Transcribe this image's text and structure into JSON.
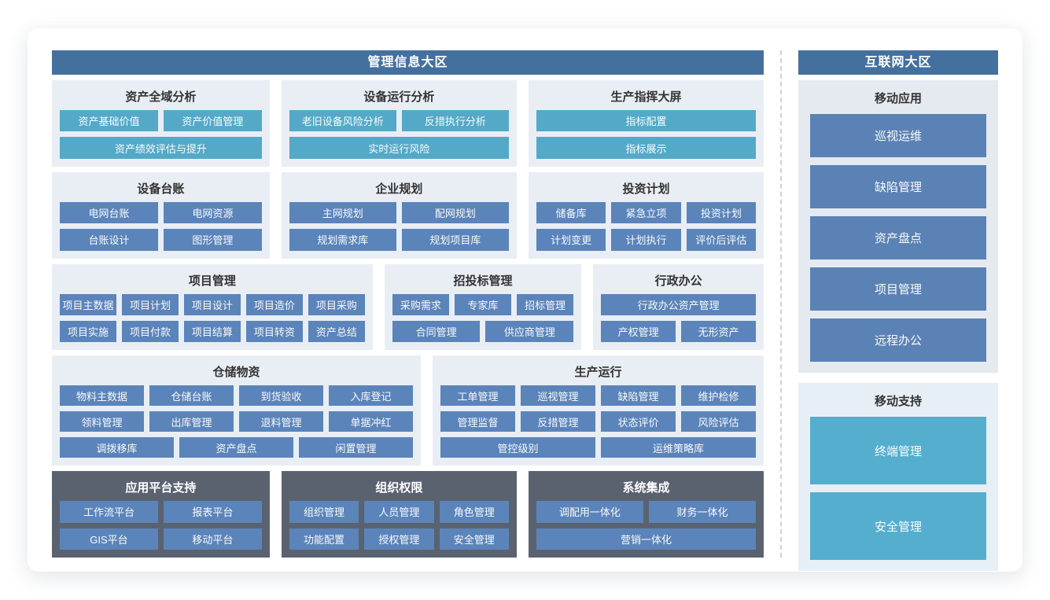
{
  "colors": {
    "zone_header_bg": "#44709e",
    "panel_light_bg": "#e9eef5",
    "panel_dark_bg": "#5a6270",
    "button_teal": "#54a9c8",
    "button_blue": "#5b84ba",
    "divider_dashed": "#c9d2db",
    "title_text": "#333333"
  },
  "management_zone": {
    "title": "管理信息大区",
    "rows": [
      {
        "panels": [
          {
            "title": "资产全域分析",
            "button_style": "teal",
            "button_rows": [
              [
                "资产基础价值",
                "资产价值管理"
              ],
              [
                "资产绩效评估与提升"
              ]
            ]
          },
          {
            "title": "设备运行分析",
            "button_style": "teal",
            "button_rows": [
              [
                "老旧设备风险分析",
                "反措执行分析"
              ],
              [
                "实时运行风险"
              ]
            ]
          },
          {
            "title": "生产指挥大屏",
            "button_style": "teal",
            "button_rows": [
              [
                "指标配置"
              ],
              [
                "指标展示"
              ]
            ]
          }
        ]
      },
      {
        "panels": [
          {
            "title": "设备台账",
            "button_style": "blue",
            "button_rows": [
              [
                "电网台账",
                "电网资源"
              ],
              [
                "台账设计",
                "图形管理"
              ]
            ]
          },
          {
            "title": "企业规划",
            "button_style": "blue",
            "button_rows": [
              [
                "主网规划",
                "配网规划"
              ],
              [
                "规划需求库",
                "规划项目库"
              ]
            ]
          },
          {
            "title": "投资计划",
            "button_style": "blue",
            "button_rows": [
              [
                "储备库",
                "紧急立项",
                "投资计划"
              ],
              [
                "计划变更",
                "计划执行",
                "评价后评估"
              ]
            ]
          }
        ]
      },
      {
        "panels": [
          {
            "title": "项目管理",
            "button_style": "blue",
            "button_rows": [
              [
                "项目主数据",
                "项目计划",
                "项目设计",
                "项目造价",
                "项目采购"
              ],
              [
                "项目实施",
                "项目付款",
                "项目结算",
                "项目转资",
                "资产总结"
              ]
            ]
          },
          {
            "title": "招投标管理",
            "button_style": "blue",
            "button_rows": [
              [
                "采购需求",
                "专家库",
                "招标管理"
              ],
              [
                "合同管理",
                "供应商管理"
              ]
            ]
          },
          {
            "title": "行政办公",
            "button_style": "blue",
            "button_rows": [
              [
                "行政办公资产管理"
              ],
              [
                "产权管理",
                "无形资产"
              ]
            ]
          }
        ]
      },
      {
        "panels": [
          {
            "title": "仓储物资",
            "button_style": "blue",
            "button_rows": [
              [
                "物料主数据",
                "仓储台账",
                "到货验收",
                "入库登记"
              ],
              [
                "领料管理",
                "出库管理",
                "退料管理",
                "单据冲红"
              ],
              [
                "调拨移库",
                "资产盘点",
                "闲置管理"
              ]
            ]
          },
          {
            "title": "生产运行",
            "button_style": "blue",
            "button_rows": [
              [
                "工单管理",
                "巡视管理",
                "缺陷管理",
                "维护检修"
              ],
              [
                "管理监督",
                "反措管理",
                "状态评价",
                "风险评估"
              ],
              [
                "管控级别",
                "运维策略库"
              ]
            ]
          }
        ]
      },
      {
        "panels": [
          {
            "title": "应用平台支持",
            "dark": true,
            "button_style": "blue",
            "button_rows": [
              [
                "工作流平台",
                "报表平台"
              ],
              [
                "GIS平台",
                "移动平台"
              ]
            ]
          },
          {
            "title": "组织权限",
            "dark": true,
            "button_style": "blue",
            "button_rows": [
              [
                "组织管理",
                "人员管理",
                "角色管理"
              ],
              [
                "功能配置",
                "授权管理",
                "安全管理"
              ]
            ]
          },
          {
            "title": "系统集成",
            "dark": true,
            "button_style": "blue",
            "button_rows": [
              [
                "调配用一体化",
                "财务一体化"
              ],
              [
                "营销一体化"
              ]
            ]
          }
        ]
      }
    ]
  },
  "internet_zone": {
    "title": "互联网大区",
    "panels": [
      {
        "title": "移动应用",
        "button_style": "blue",
        "kind": "app",
        "buttons": [
          "巡视运维",
          "缺陷管理",
          "资产盘点",
          "项目管理",
          "远程办公"
        ]
      },
      {
        "title": "移动支持",
        "button_style": "teal",
        "kind": "support",
        "buttons": [
          "终端管理",
          "安全管理"
        ]
      }
    ]
  }
}
